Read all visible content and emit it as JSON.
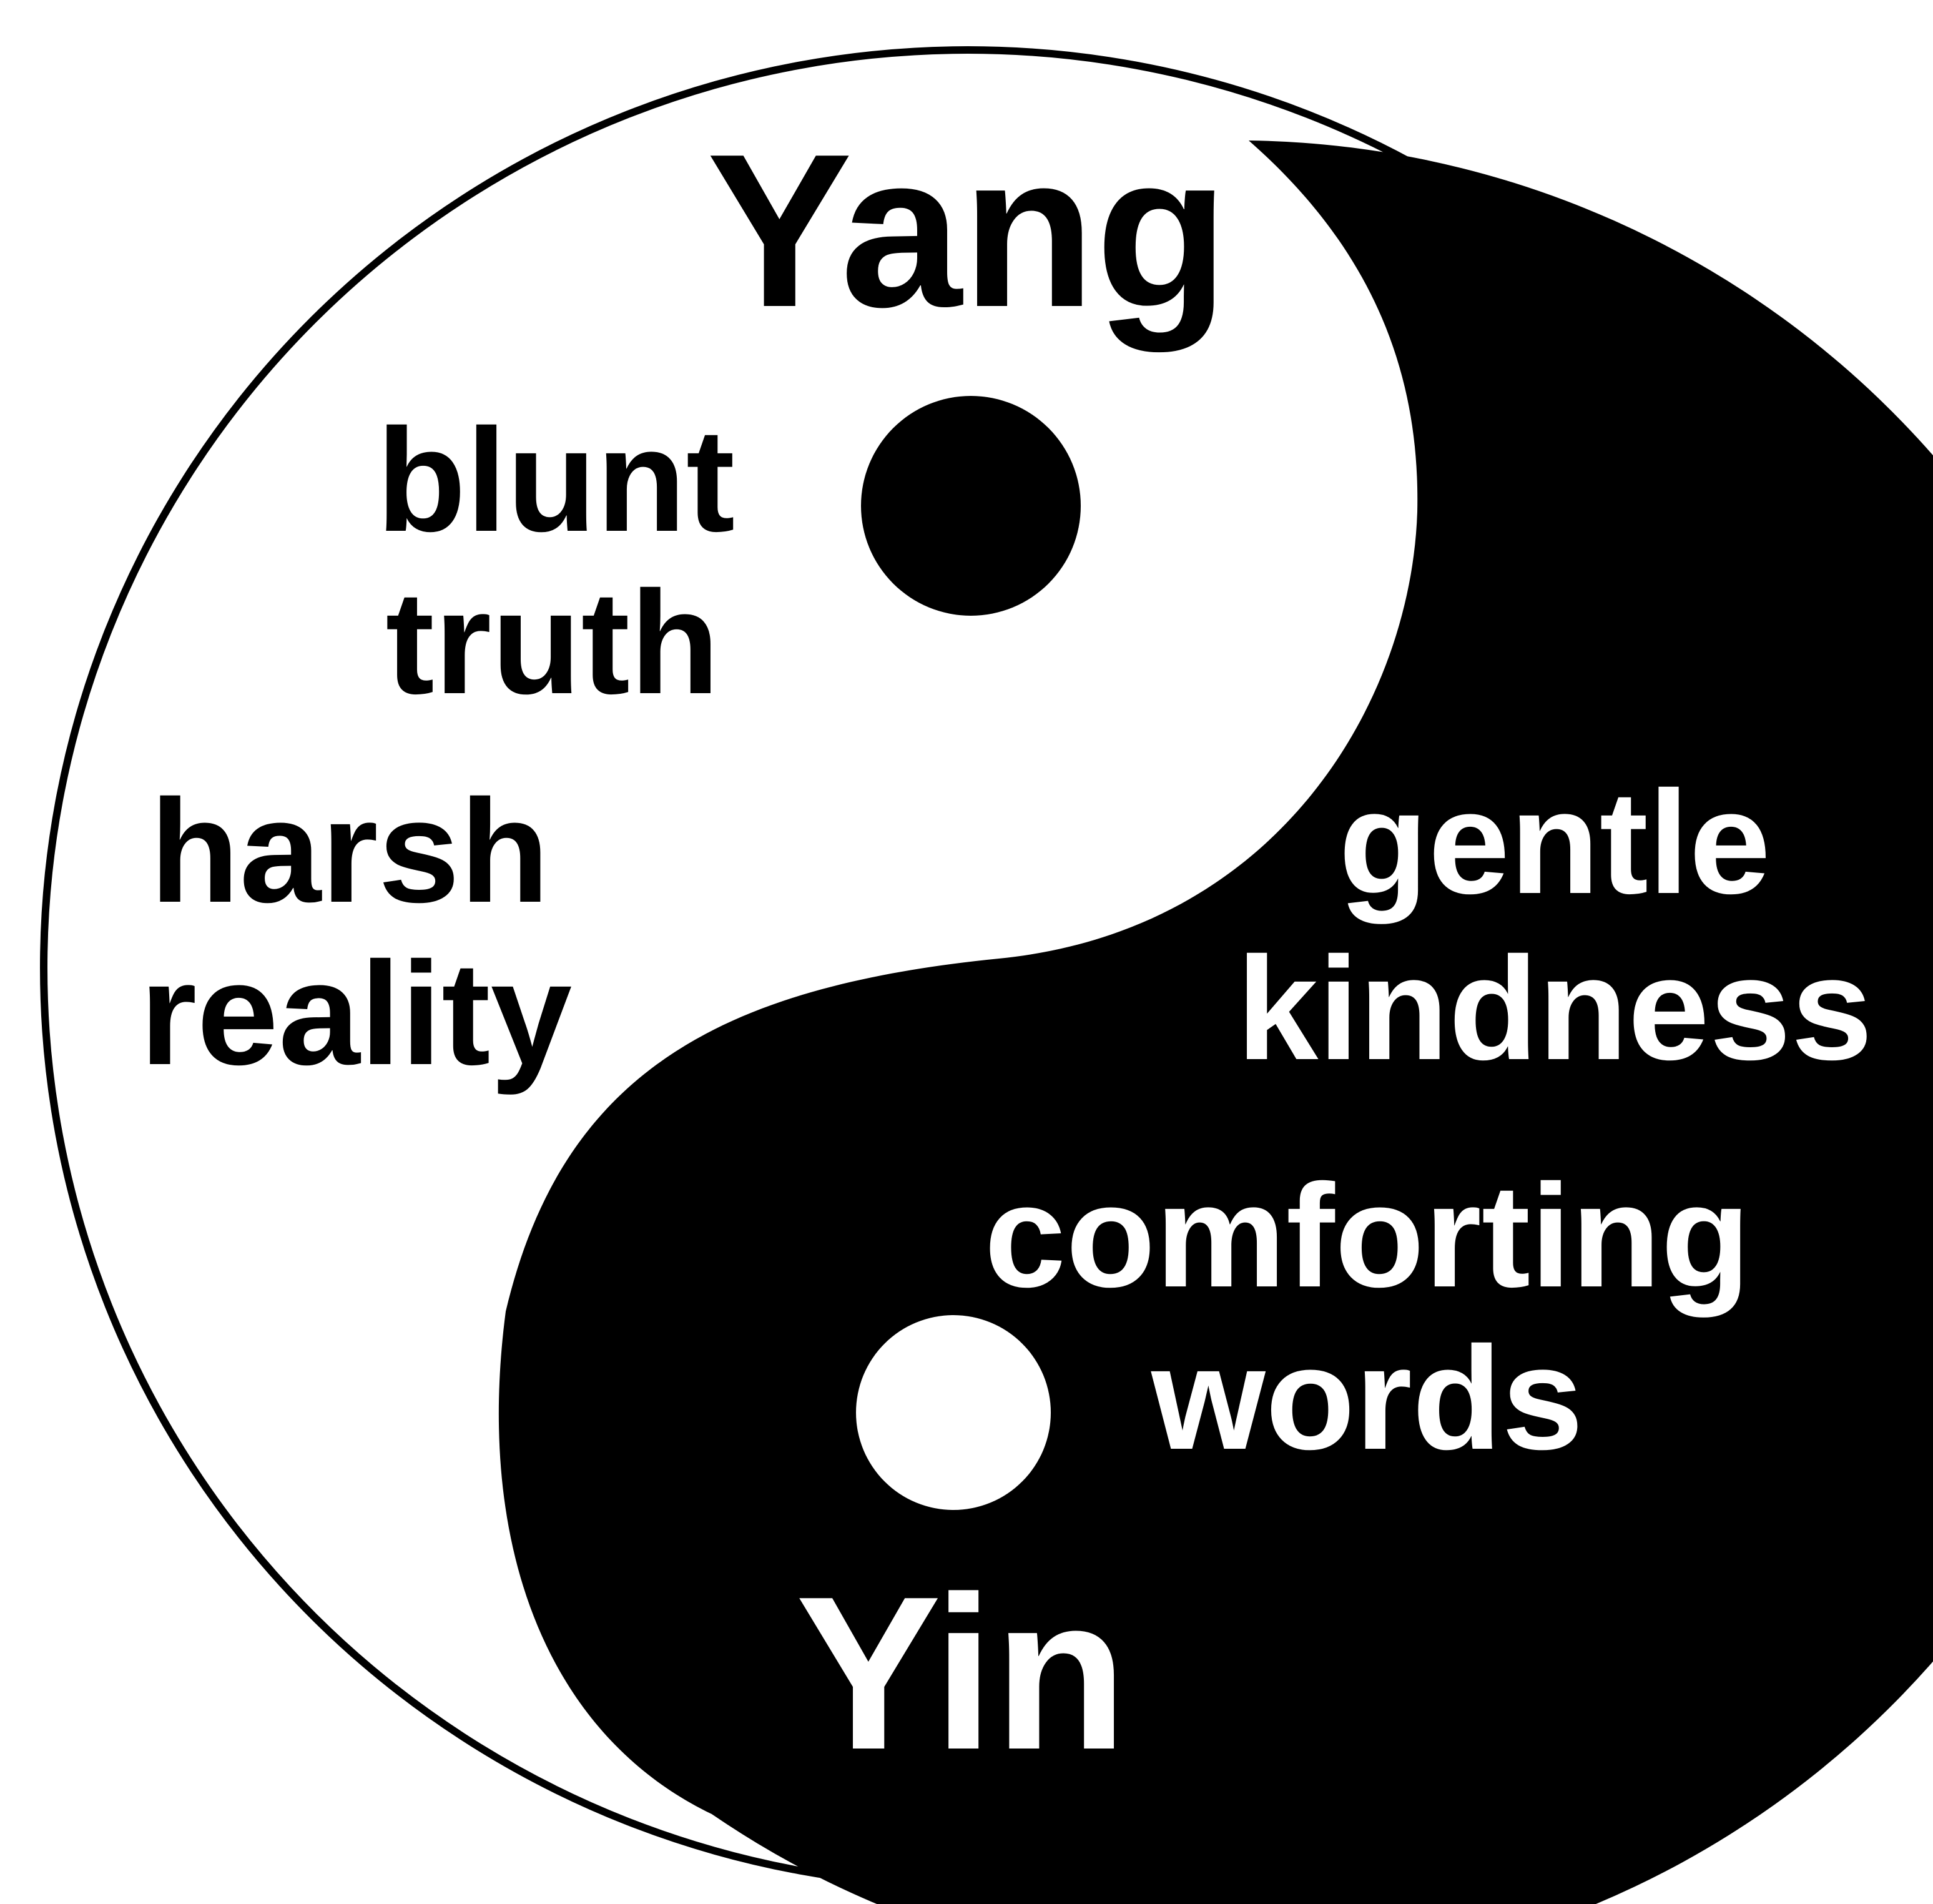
{
  "colors": {
    "yang": "#ffffff",
    "yin": "#000000"
  },
  "labels": {
    "yang": "Yang",
    "yin": "Yin",
    "yang_traits": [
      {
        "line1": "blunt",
        "line2": "truth"
      },
      {
        "line1": "harsh",
        "line2": "reality"
      }
    ],
    "yin_traits": [
      {
        "line1": "gentle",
        "line2": "kindness"
      },
      {
        "line1": "comforting",
        "line2": "words"
      }
    ]
  }
}
